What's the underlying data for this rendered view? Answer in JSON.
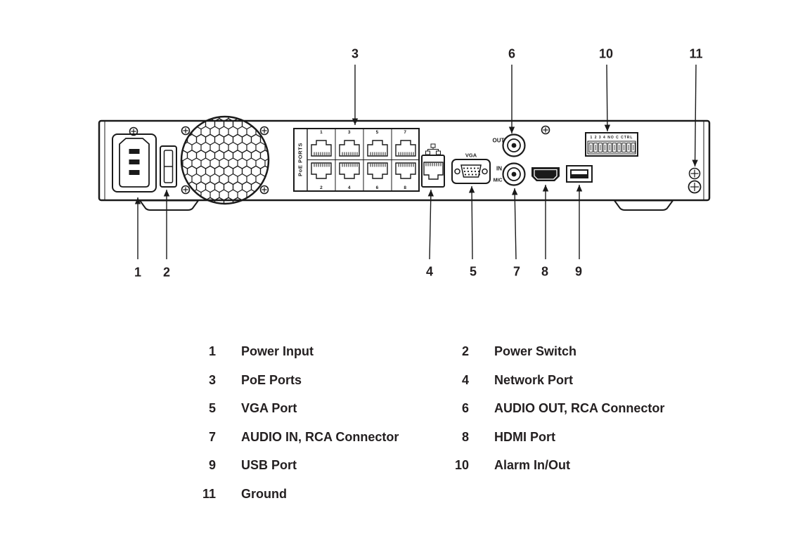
{
  "callouts": {
    "top": [
      {
        "num": "3"
      },
      {
        "num": "6"
      },
      {
        "num": "10"
      },
      {
        "num": "11"
      }
    ],
    "bottom": [
      {
        "num": "1"
      },
      {
        "num": "2"
      },
      {
        "num": "4"
      },
      {
        "num": "5"
      },
      {
        "num": "7"
      },
      {
        "num": "8"
      },
      {
        "num": "9"
      }
    ]
  },
  "panel": {
    "poe_label": "PoE PORTS",
    "poe_numbers_top": [
      "1",
      "3",
      "5",
      "7"
    ],
    "poe_numbers_bottom": [
      "2",
      "4",
      "6",
      "8"
    ],
    "vga_label": "VGA",
    "audio_out_label": "OUT",
    "audio_in_label": "IN",
    "audio_mic_label": "MIC",
    "alarm_labels": "1 2 3 4  NO C CTRL"
  },
  "legend": {
    "items": [
      {
        "num": "1",
        "label": "Power Input"
      },
      {
        "num": "2",
        "label": "Power Switch"
      },
      {
        "num": "3",
        "label": "PoE Ports"
      },
      {
        "num": "4",
        "label": "Network Port"
      },
      {
        "num": "5",
        "label": "VGA Port"
      },
      {
        "num": "6",
        "label": "AUDIO OUT, RCA Connector"
      },
      {
        "num": "7",
        "label": "AUDIO IN, RCA Connector"
      },
      {
        "num": "8",
        "label": "HDMI Port"
      },
      {
        "num": "9",
        "label": "USB Port"
      },
      {
        "num": "10",
        "label": "Alarm In/Out"
      },
      {
        "num": "11",
        "label": "Ground"
      }
    ]
  }
}
